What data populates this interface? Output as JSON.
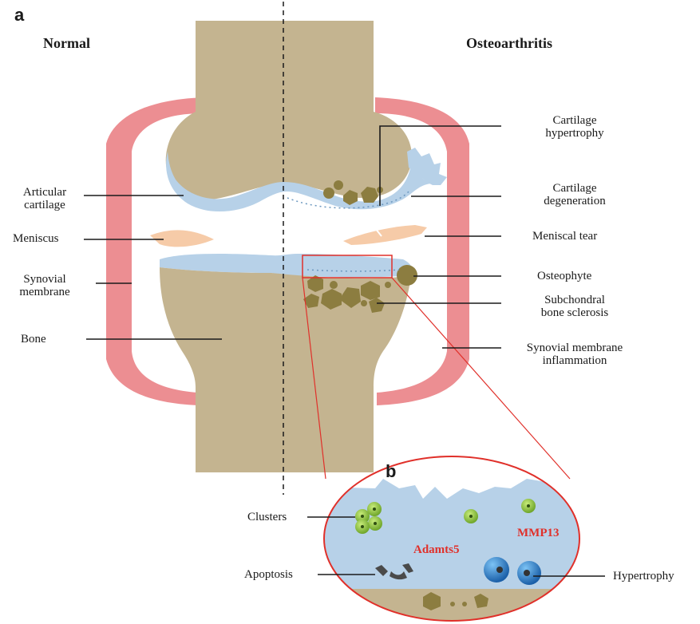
{
  "panels": {
    "a": "a",
    "b": "b"
  },
  "titles": {
    "normal": "Normal",
    "oa": "Osteoarthritis"
  },
  "left_labels": {
    "articular_1": "Articular",
    "articular_2": "cartilage",
    "meniscus": "Meniscus",
    "synovial_1": "Synovial",
    "synovial_2": "membrane",
    "bone": "Bone"
  },
  "right_labels": {
    "hyper_1": "Cartilage",
    "hyper_2": "hypertrophy",
    "degen_1": "Cartilage",
    "degen_2": "degeneration",
    "tear": "Meniscal tear",
    "osteophyte": "Osteophyte",
    "sclerosis_1": "Subchondral",
    "sclerosis_2": "bone sclerosis",
    "inflam_1": "Synovial membrane",
    "inflam_2": "inflammation"
  },
  "inset_labels": {
    "clusters": "Clusters",
    "apoptosis": "Apoptosis",
    "hypertrophy": "Hypertrophy",
    "adamts5": "Adamts5",
    "mmp13": "MMP13"
  },
  "colors": {
    "bone": "#c4b490",
    "cartilage": "#b7d1e8",
    "synovium": "#ec8e92",
    "meniscus": "#f6cba8",
    "sclerosis": "#8c7d40",
    "highlight": "#e0302a",
    "cell_green": "#8cc43a",
    "cell_blue": "#2a86cf"
  }
}
